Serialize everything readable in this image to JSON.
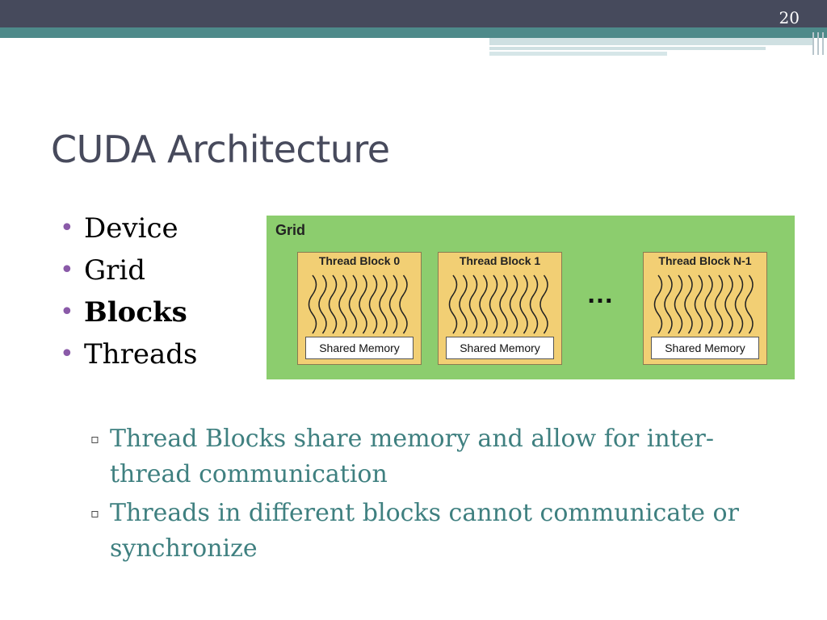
{
  "slide": {
    "number": "20",
    "title": "CUDA Architecture"
  },
  "bullets": [
    {
      "text": "Device",
      "bold": false
    },
    {
      "text": "Grid",
      "bold": false
    },
    {
      "text": "Blocks",
      "bold": true
    },
    {
      "text": "Threads",
      "bold": false
    }
  ],
  "diagram": {
    "grid_label": "Grid",
    "blocks": [
      {
        "label": "Thread Block 0",
        "memory": "Shared Memory"
      },
      {
        "label": "Thread Block 1",
        "memory": "Shared Memory"
      },
      {
        "label": "Thread Block N-1",
        "memory": "Shared Memory"
      }
    ],
    "ellipsis": "…",
    "colors": {
      "grid": "#8ccd6e",
      "block": "#f2cf74"
    }
  },
  "sub_bullets": [
    "Thread Blocks share memory and allow for inter-thread communication",
    "Threads in different blocks cannot communicate or synchronize"
  ],
  "colors": {
    "header": "#464a5c",
    "accent_teal": "#4e8a8a",
    "bullet_dot": "#8a5aa8",
    "sub_text": "#3f8080"
  }
}
